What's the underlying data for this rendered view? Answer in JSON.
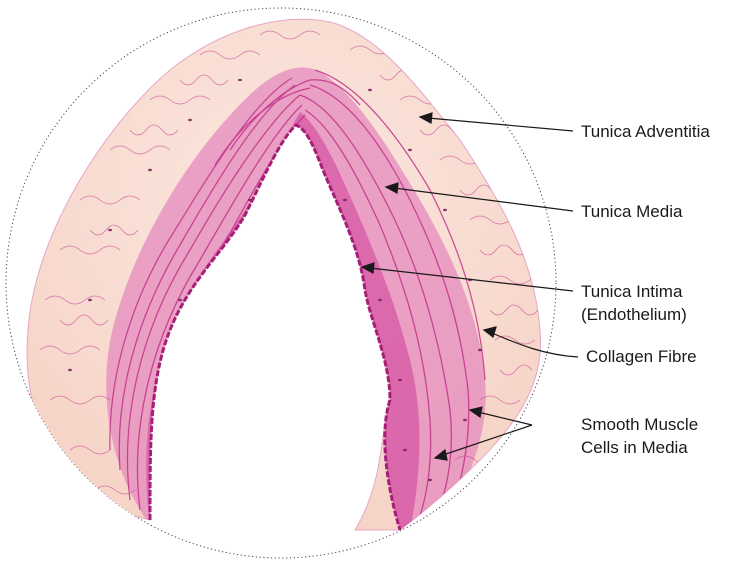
{
  "labels": {
    "adventitia": "Tunica Adventitia",
    "media": "Tunica Media",
    "intima_line1": "Tunica Intima",
    "intima_line2": "(Endothelium)",
    "collagen": "Collagen Fibre",
    "smooth_line1": "Smooth Muscle",
    "smooth_line2": "Cells in Media"
  },
  "colors": {
    "tissue_pale": "#f8dfd6",
    "muscle_pink": "#d43a97",
    "muscle_dark": "#b82a82",
    "fibre_line": "#c8479a",
    "nucleus": "#7a1d5f",
    "leader": "#1a1a1a",
    "circle_dots": "#444444"
  }
}
